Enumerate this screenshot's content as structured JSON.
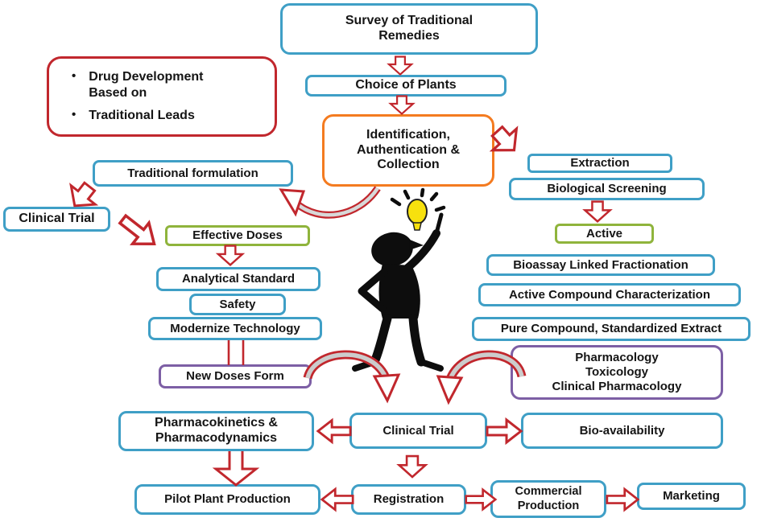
{
  "title": "Drug development based on traditional leads flowchart",
  "colors": {
    "box_border_blue": "#3f9fc6",
    "box_border_green": "#8fb43c",
    "box_border_orange": "#f47b20",
    "box_border_purple": "#7d5fa5",
    "note_border_red": "#c1272d",
    "arrow_red": "#c1272d",
    "arrow_fill": "#ffffff",
    "arc_shade_gray": "#cccccc",
    "text": "#151515",
    "bulb_yellow": "#f7e10e",
    "figure_black": "#0d0d0d"
  },
  "nodes": {
    "survey": {
      "label": "Survey of Traditional\nRemedies"
    },
    "choice": {
      "label": "Choice of Plants"
    },
    "note": {
      "bullet": "•",
      "items": [
        "Drug Development Based on",
        "Traditional Leads"
      ]
    },
    "identification": {
      "label": "Identification,\nAuthentication &\nCollection"
    },
    "traditional_formulation": {
      "label": "Traditional formulation"
    },
    "clinical_trial_left": {
      "label": "Clinical Trial"
    },
    "effective_doses": {
      "label": "Effective Doses"
    },
    "analytical_standard": {
      "label": "Analytical Standard"
    },
    "safety": {
      "label": "Safety"
    },
    "modernize_technology": {
      "label": "Modernize Technology"
    },
    "new_doses_form": {
      "label": "New Doses Form"
    },
    "extraction": {
      "label": "Extraction"
    },
    "biological_screening": {
      "label": "Biological Screening"
    },
    "active": {
      "label": "Active"
    },
    "bioassay_fractionation": {
      "label": "Bioassay Linked Fractionation"
    },
    "active_compound": {
      "label": "Active Compound Characterization"
    },
    "pure_compound": {
      "label": "Pure Compound, Standardized Extract"
    },
    "pharmacology": {
      "label": "Pharmacology\nToxicology\nClinical Pharmacology"
    },
    "pharmacokinetics": {
      "label": "Pharmacokinetics &\nPharmacodynamics"
    },
    "clinical_trial_center": {
      "label": "Clinical Trial"
    },
    "bioavailability": {
      "label": "Bio-availability"
    },
    "pilot_plant": {
      "label": "Pilot Plant Production"
    },
    "registration": {
      "label": "Registration"
    },
    "commercial_production": {
      "label": "Commercial\nProduction"
    },
    "marketing": {
      "label": "Marketing"
    }
  },
  "icons": {
    "idea_person": "black silhouette of a person pointing up with an idea",
    "lightbulb": "yellow light bulb with radiating dashes"
  }
}
